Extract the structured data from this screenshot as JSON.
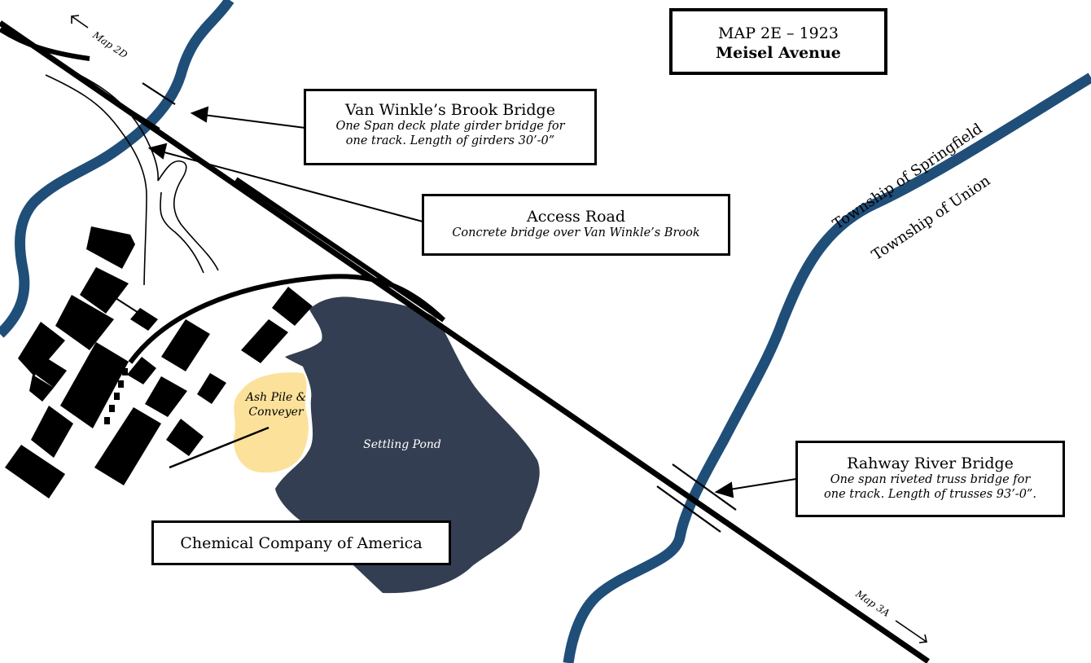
{
  "map": {
    "title": "MAP 2E – 1923",
    "subtitle": "Meisel Avenue",
    "colors": {
      "water": "#1f4e79",
      "pond": "#343e52",
      "ash": "#fbe19a",
      "rail": "#000000"
    }
  },
  "callouts": {
    "van_winkle": {
      "title": "Van Winkle’s Brook Bridge",
      "line1": "One Span deck plate girder bridge for",
      "line2": "one track. Length of girders 30’-0”"
    },
    "access_road": {
      "title": "Access Road",
      "line1": "Concrete bridge over Van Winkle’s Brook"
    },
    "rahway": {
      "title": "Rahway River Bridge",
      "line1": "One span riveted truss bridge for",
      "line2": "one track. Length of trusses 93’-0”."
    },
    "chemical": {
      "title": "Chemical Company of America"
    }
  },
  "labels": {
    "map_2d": "Map 2D",
    "map_3a": "Map 3A",
    "springfield": "Township of Springfield",
    "union": "Township of Union",
    "ash_line1": "Ash Pile &",
    "ash_line2": "Conveyer",
    "pond": "Settling Pond"
  }
}
